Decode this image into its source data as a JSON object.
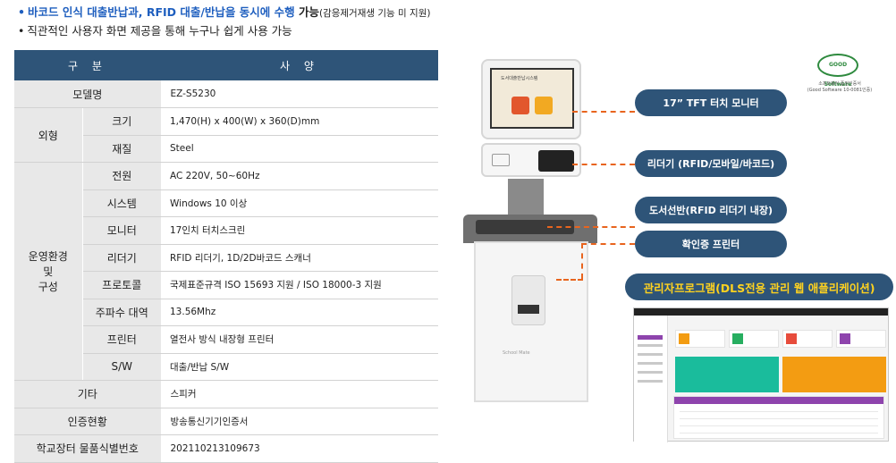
{
  "bullets": {
    "line1": {
      "dot": "•",
      "highlight_part1": "바코드 인식 대출반납과, ",
      "highlight_part2": "RFID 대출/반납을 동시에 수행",
      "rest": " 가능",
      "note": "(감응제거재생 기능 미 지원)"
    },
    "line2": {
      "dot": "•",
      "text": "직관적인 사용자 화면 제공을 통해 누구나 쉽게 사용 가능"
    }
  },
  "table": {
    "header": {
      "category": "구 분",
      "spec": "사 양"
    },
    "rows": {
      "model": {
        "label": "모델명",
        "value": "EZ-S5230"
      },
      "appearance": {
        "label": "외형",
        "size": {
          "label": "크기",
          "value": "1,470(H) x 400(W) x 360(D)mm"
        },
        "material": {
          "label": "재질",
          "value": "Steel"
        }
      },
      "environment": {
        "label_line1": "운영환경",
        "label_line2": "및",
        "label_line3": "구성",
        "power": {
          "label": "전원",
          "value": "AC 220V, 50~60Hz"
        },
        "system": {
          "label": "시스템",
          "value": "Windows 10 이상"
        },
        "monitor": {
          "label": "모니터",
          "value": "17인치 터치스크린"
        },
        "reader": {
          "label": "리더기",
          "value": "RFID 리더기, 1D/2D바코드 스캐너"
        },
        "protocol": {
          "label": "프로토콜",
          "value": "국제표준규격 ISO 15693 지원 /  ISO 18000-3 지원"
        },
        "frequency": {
          "label": "주파수 대역",
          "value": "13.56Mhz"
        },
        "printer": {
          "label": "프린터",
          "value": "열전사 방식 내장형 프린터"
        },
        "sw": {
          "label": "S/W",
          "value": "대출/반납 S/W"
        }
      },
      "etc": {
        "label": "기타",
        "value": "스피커"
      },
      "cert": {
        "label": "인증현황",
        "value": "방송통신기기인증서"
      },
      "goods_id": {
        "label": "학교장터 물품식별번호",
        "value": "202110213109673"
      }
    }
  },
  "kiosk": {
    "screen_title": "도서대출반납시스템",
    "brand": "School Mate"
  },
  "callouts": {
    "monitor": "17” TFT 터치 모니터",
    "reader": "리더기 (RFID/모바일/바코드)",
    "bookshelf": "도서선반(RFID 리더기 내장)",
    "printer": "확인증 프린터"
  },
  "logo": {
    "mark": "GOOD Software",
    "line1": "소프트웨어 품질인증서",
    "line2": "(Good Software 10-0081인증)"
  },
  "admin": {
    "label": "관리자프로그램(DLS전용 관리 웹 애플리케이션)"
  },
  "colors": {
    "header_bg": "#2e5478",
    "cell_bg": "#e8e8e8",
    "highlight": "#1f5fbf",
    "callout_line": "#e8641e",
    "admin_text": "#ffd21f"
  }
}
